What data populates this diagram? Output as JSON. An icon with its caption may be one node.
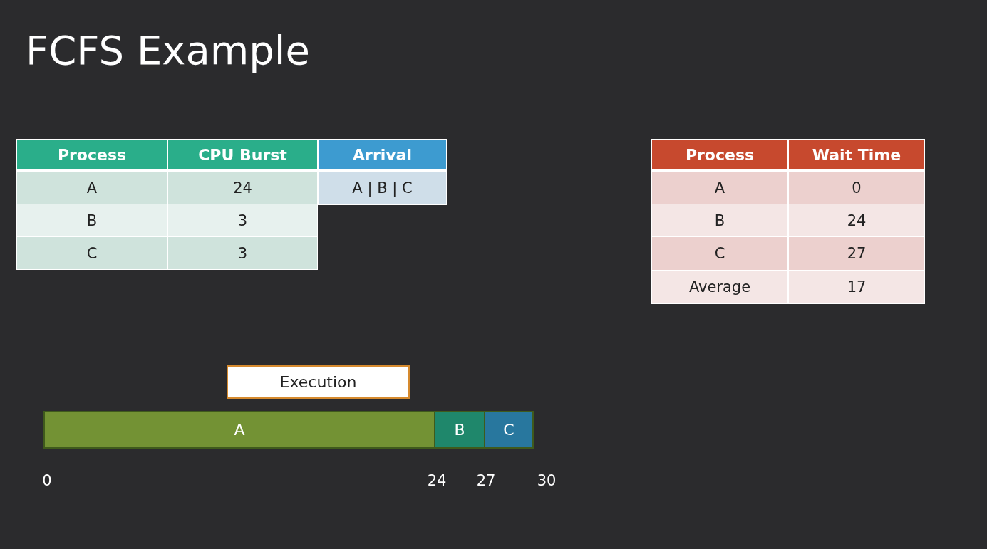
{
  "diagram": {
    "title": "FCFS Example",
    "nodes": [
      {
        "text": [
          "Execution"
        ]
      },
      {
        "text": [
          "A"
        ]
      },
      {
        "text": [
          "B"
        ]
      },
      {
        "text": [
          "C"
        ]
      }
    ],
    "labels": [
      "Process",
      "CPU Burst",
      "Arrival",
      "A",
      "24",
      "A | B | C",
      "B",
      "3",
      "C",
      "3",
      "Process",
      "Wait Time",
      "A",
      "0",
      "B",
      "24",
      "C",
      "27",
      "Average",
      "17",
      "0",
      "24",
      "27",
      "30"
    ]
  }
}
